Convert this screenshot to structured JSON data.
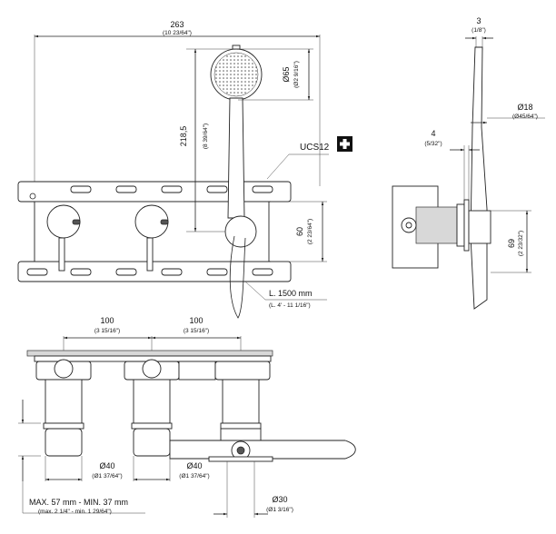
{
  "drawing": {
    "title": "Wall-mounted shower mixer with hand shower – technical dimensions",
    "badge": {
      "code": "UCS12",
      "icon": "plus-icon"
    }
  },
  "front_view": {
    "width": {
      "mm": "263",
      "inch": "(10 23/64\")"
    },
    "shower_height": {
      "mm": "218,5",
      "inch": "(8 39/64\")"
    },
    "head_diameter": {
      "mm": "Ø65",
      "inch": "(Ø2 9/16\")"
    },
    "plate_height": {
      "mm": "60",
      "inch": "(2 23/64\")"
    },
    "hose": {
      "mm": "L. 1500 mm",
      "inch": "(L. 4' - 11 1/16\")"
    }
  },
  "side_view": {
    "top_depth": {
      "mm": "3",
      "inch": "(1/8\")"
    },
    "holder_diameter": {
      "mm": "Ø18",
      "inch": "(Ø45/64\")"
    },
    "plate_depth": {
      "mm": "4",
      "inch": "(5/32\")"
    },
    "holder_height": {
      "mm": "69",
      "inch": "(2 23/32\")"
    }
  },
  "top_view": {
    "spacing_1": {
      "mm": "100",
      "inch": "(3 15/16\")"
    },
    "spacing_2": {
      "mm": "100",
      "inch": "(3 15/16\")"
    },
    "knob_1": {
      "mm": "Ø40",
      "inch": "(Ø1 37/64\")"
    },
    "knob_2": {
      "mm": "Ø40",
      "inch": "(Ø1 37/64\")"
    },
    "outlet": {
      "mm": "Ø30",
      "inch": "(Ø1 3/16\")"
    },
    "depth": {
      "mm": "MAX. 57 mm - MIN. 37 mm",
      "inch": "(max. 2 1/4\" - min. 1 29/64\")"
    }
  }
}
